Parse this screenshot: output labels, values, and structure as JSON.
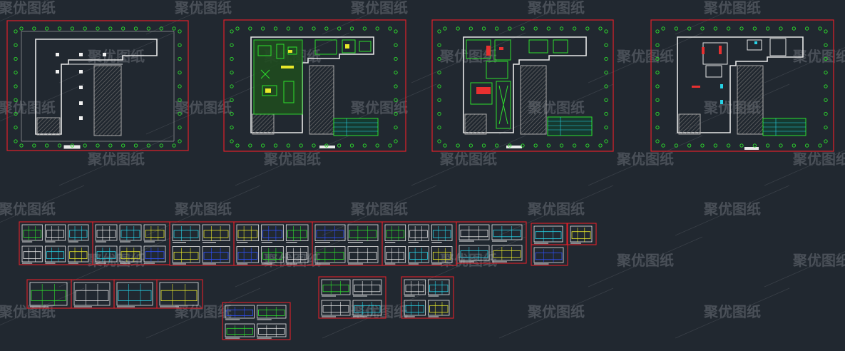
{
  "viewport": {
    "background": "#212830",
    "watermark_text": "聚优图纸",
    "watermark_color": "#4a5058",
    "frame_color": "#e0202a",
    "line_colors": {
      "white": "#e8e8e8",
      "green": "#2de02d",
      "yellow": "#e8e82a",
      "cyan": "#27d3e6",
      "red": "#e83030",
      "blue": "#3050ff",
      "hatch": "#777777"
    }
  },
  "drawing_sheets": [
    {
      "id": "floor-plan-original",
      "kind": "floor-plan"
    },
    {
      "id": "floor-plan-furniture",
      "kind": "floor-plan"
    },
    {
      "id": "floor-plan-ceiling",
      "kind": "floor-plan"
    },
    {
      "id": "floor-plan-electrical",
      "kind": "floor-plan"
    }
  ]
}
